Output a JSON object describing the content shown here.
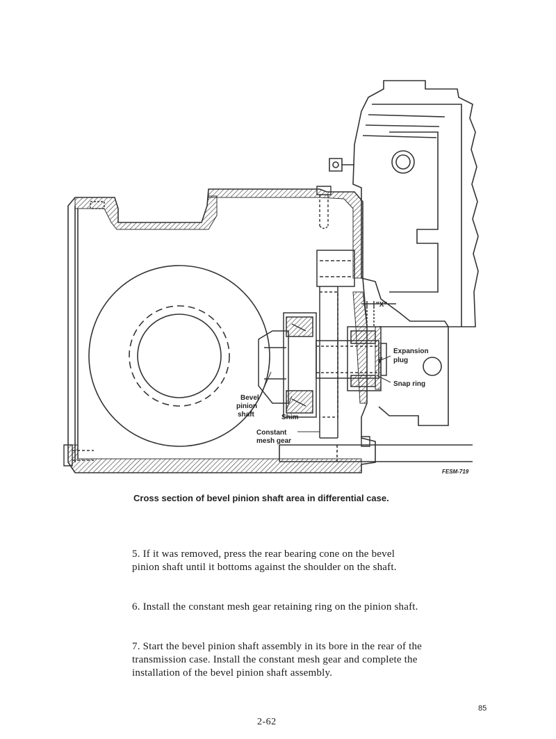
{
  "figure": {
    "callouts": {
      "x_dim": "\"X\"",
      "expansion": "Expansion",
      "plug": "plug",
      "snap_ring": "Snap ring",
      "bevel": "Bevel",
      "pinion": "pinion",
      "shaft": "shaft",
      "shim": "Shim",
      "constant": "Constant",
      "mesh_gear": "mesh gear"
    },
    "figure_id": "FESM-719"
  },
  "caption": "Cross section of bevel pinion shaft area in differential case.",
  "paragraphs": {
    "p5": "5. If it was removed, press the rear bearing cone on the bevel pinion shaft until it bottoms against the shoulder on the shaft.",
    "p6": "6. Install the constant mesh gear retaining ring on the pinion shaft.",
    "p7": "7. Start the bevel pinion shaft assembly in its bore in the rear of the transmission case. Install the constant mesh gear and complete the installation of the bevel pinion shaft assembly."
  },
  "page_number": "85",
  "folio": "2-62"
}
